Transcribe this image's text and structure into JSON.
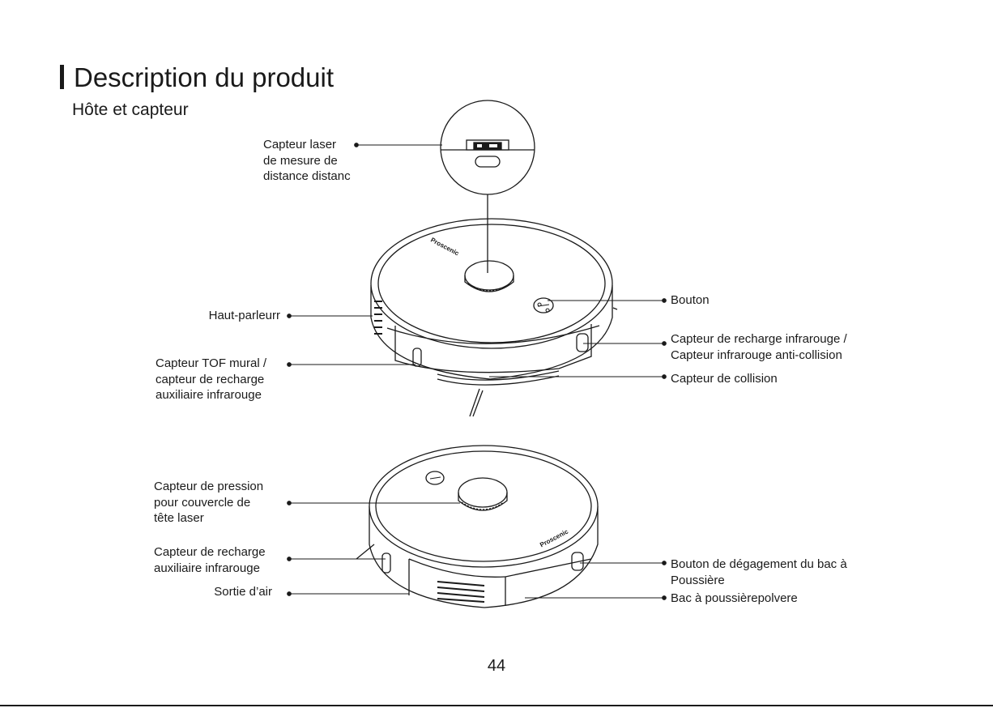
{
  "page": {
    "title": "Description du produit",
    "subtitle": "Hôte et capteur",
    "page_number": "44"
  },
  "product_brand_mark": "Proscenic",
  "labels": {
    "laser_sensor": [
      "Capteur laser",
      "de mesure de",
      "distance distanc"
    ],
    "speaker": [
      "Haut-parleurr"
    ],
    "tof_sensor": [
      "Capteur TOF mural /",
      "capteur de recharge",
      "auxiliaire infrarouge"
    ],
    "button": [
      "Bouton"
    ],
    "ir_charge_sensor": [
      "Capteur de recharge infrarouge /",
      "Capteur infrarouge anti-collision"
    ],
    "collision_sensor": [
      "Capteur de collision"
    ],
    "pressure_sensor": [
      "Capteur de pression",
      "pour couvercle de",
      "tête laser"
    ],
    "aux_ir_charge_sensor": [
      "Capteur de recharge",
      "auxiliaire infrarouge"
    ],
    "air_outlet": [
      "Sortie d’air"
    ],
    "dustbin_release": [
      "Bouton de dégagement du bac à",
      "Poussière"
    ],
    "dustbin": [
      "Bac à poussièrepolvere"
    ]
  }
}
